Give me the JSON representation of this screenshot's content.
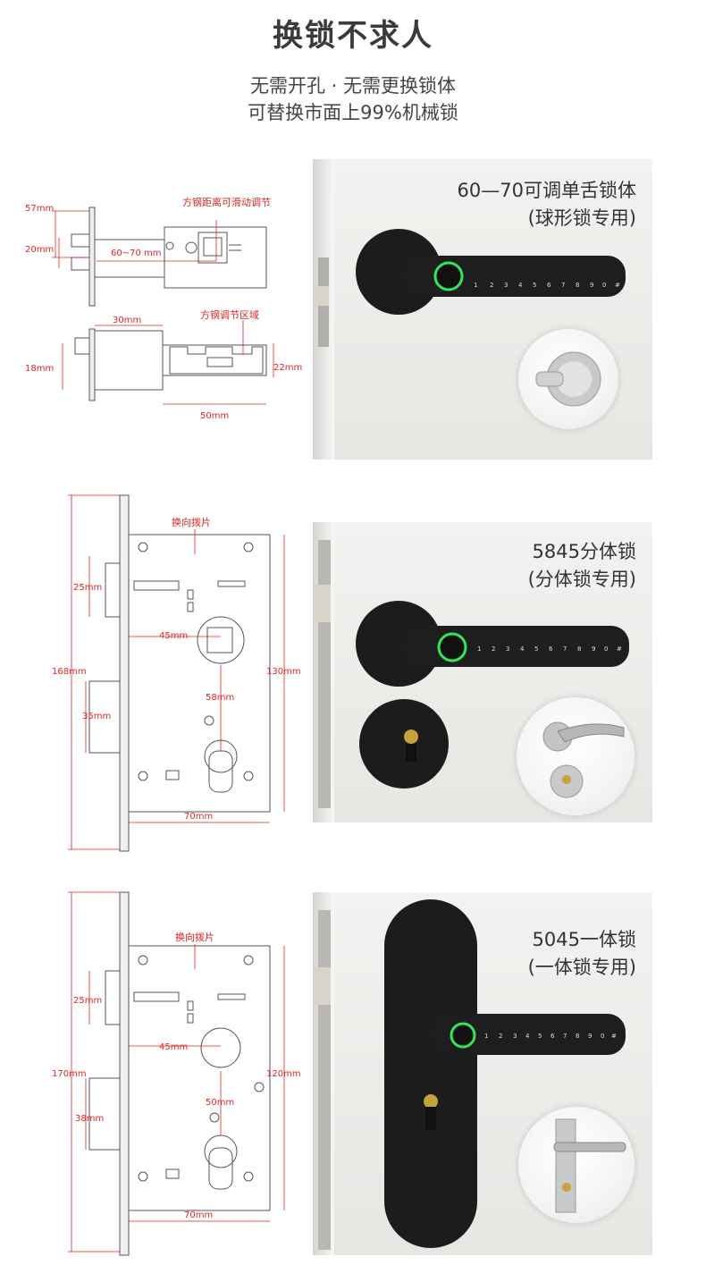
{
  "header": {
    "title": "换锁不求人",
    "line1": "无需开孔 · 无需更换锁体",
    "line2": "可替换市面上99%机械锁"
  },
  "keypad": [
    "1",
    "2",
    "3",
    "4",
    "5",
    "6",
    "7",
    "8",
    "9",
    "0",
    "#"
  ],
  "sections": [
    {
      "label_line1": "60—70可调单舌锁体",
      "label_line2": "(球形锁专用)",
      "dims": {
        "d57": "57mm",
        "d20": "20mm",
        "d6070": "60~70 mm",
        "note_top": "方钢距离可滑动调节",
        "d30": "30mm",
        "note_mid": "方钢调节区域",
        "d18": "18mm",
        "d22": "22mm",
        "d50": "50mm"
      }
    },
    {
      "label_line1": "5845分体锁",
      "label_line2": "(分体锁专用)",
      "dims": {
        "note": "换向拨片",
        "d25": "25mm",
        "d45": "45mm",
        "d168": "168mm",
        "d130": "130mm",
        "d58": "58mm",
        "d35": "35mm",
        "d70": "70mm"
      }
    },
    {
      "label_line1": "5045一体锁",
      "label_line2": "(一体锁专用)",
      "dims": {
        "note": "换向拨片",
        "d25": "25mm",
        "d45": "45mm",
        "d170": "170mm",
        "d120": "120mm",
        "d50": "50mm",
        "d38": "38mm",
        "d70": "70mm"
      }
    }
  ],
  "colors": {
    "dimension_red": "#e02424",
    "lock_black": "#1c1c1c",
    "fingerprint_green": "#2ee85a",
    "photo_bg": "#eceae7"
  }
}
